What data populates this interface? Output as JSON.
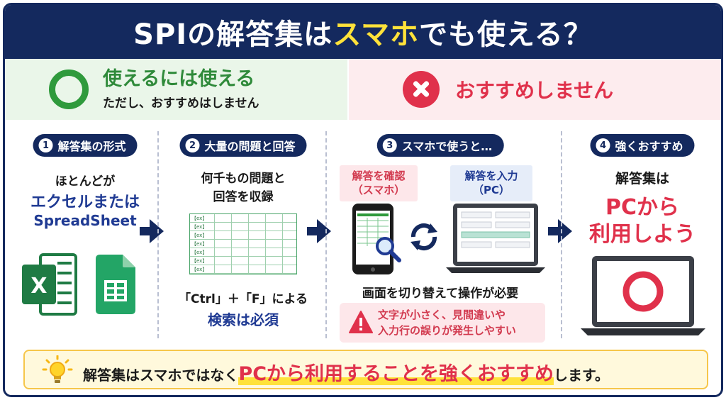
{
  "header": {
    "title_prefix": "SPIの解答集は",
    "title_highlight": "スマホ",
    "title_suffix": "でも使える？"
  },
  "verdict_ok": {
    "main": "使えるには使える",
    "sub": "ただし、おすすめはしません"
  },
  "verdict_ng": {
    "main": "おすすめしません"
  },
  "steps": [
    {
      "num": "1",
      "title": "解答集の形式",
      "line1": "ほとんどが",
      "line2": "エクセルまたは",
      "line3": "SpreadSheet"
    },
    {
      "num": "2",
      "title": "大量の問題と回答",
      "line1": "何千もの問題と",
      "line2": "回答を収録",
      "line3": "「Ctrl」＋「F」による",
      "line4": "検索は必須",
      "sheet_rows": [
        "【ex】",
        "【ex】",
        "【ex】",
        "【ex】",
        "【ex】",
        "【ex】",
        "【ex】"
      ]
    },
    {
      "num": "3",
      "title": "スマホで使うと…",
      "tag_left": "解答を確認\n（スマホ）",
      "tag_right": "解答を入力\n（PC）",
      "note": "画面を切り替えて操作が必要",
      "warn": "文字が小さく、見間違いや\n入力行の誤りが発生しやすい"
    },
    {
      "num": "4",
      "title": "強くおすすめ",
      "line1": "解答集は",
      "line2": "PCから",
      "line3": "利用しよう"
    }
  ],
  "bottom": {
    "part1": "解答集はスマホではなく",
    "highlight": "PCから利用することを強くおすすめ",
    "part2": "します。"
  },
  "colors": {
    "navy": "#14295e",
    "green": "#2f9a3c",
    "red": "#e0314b",
    "yellow": "#ffe23a"
  },
  "icons": [
    "circle-ok-icon",
    "cross-icon",
    "excel-icon",
    "sheets-icon",
    "arrow-right-icon",
    "smartphone-icon",
    "magnifier-icon",
    "sync-icon",
    "laptop-icon",
    "warning-icon",
    "lightbulb-icon"
  ]
}
